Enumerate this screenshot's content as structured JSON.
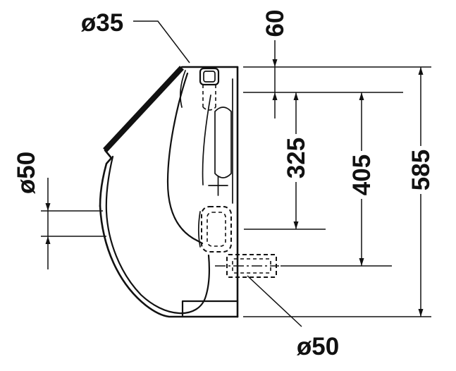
{
  "drawing": {
    "background": "#ffffff",
    "line_color": "#111111",
    "labels": {
      "inlet_diameter": "ø35",
      "top_offset": "60",
      "inlet_to_outlet": "325",
      "inlet_to_pipe": "405",
      "total_height": "585",
      "outlet_diameter_side": "ø50",
      "outlet_diameter_bottom": "ø50"
    }
  }
}
